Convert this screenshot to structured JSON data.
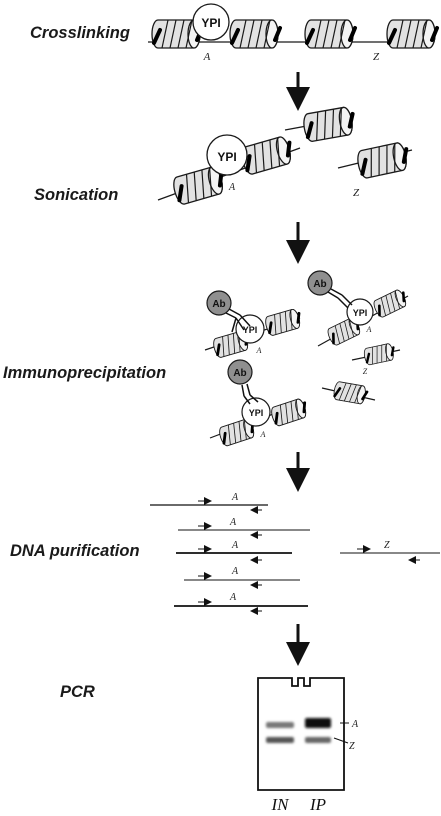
{
  "steps": [
    "Crosslinking",
    "Sonication",
    "Immunoprecipitation",
    "DNA purification",
    "PCR"
  ],
  "protein_label": "YPI",
  "antibody_label": "Ab",
  "locus_a": "A",
  "locus_z": "Z",
  "gel": {
    "lanes": [
      "IN",
      "IP"
    ],
    "band_labels": [
      "A",
      "Z"
    ]
  },
  "colors": {
    "stroke": "#1a1a1a",
    "nucleosome_fill": "#e2e2e2",
    "antibody_fill": "#8f8f8f"
  }
}
